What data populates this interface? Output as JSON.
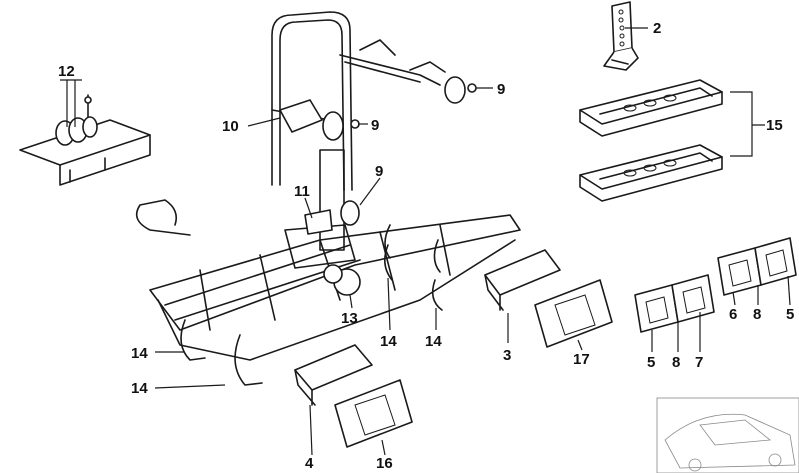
{
  "callouts": {
    "c2": "2",
    "c9a": "9",
    "c9b": "9",
    "c9c": "9",
    "c10": "10",
    "c11": "11",
    "c12": "12",
    "c13": "13",
    "c14a": "14",
    "c14b": "14",
    "c14c": "14",
    "c14d": "14",
    "c15": "15",
    "c3": "3",
    "c17": "17",
    "c4": "4",
    "c16": "16",
    "c6": "6",
    "c8a": "8",
    "c5a": "5",
    "c5b": "5",
    "c8b": "8",
    "c7": "7"
  }
}
